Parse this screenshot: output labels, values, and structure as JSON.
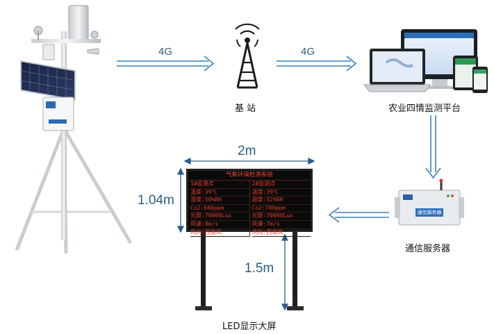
{
  "nodes": {
    "base_station": "基 站",
    "platform": "农业四情监测平台",
    "comm_server": "通信服务器",
    "led_screen": "LED显示大屏"
  },
  "links": {
    "weather_to_station": "4G",
    "station_to_platform": "4G"
  },
  "dimensions": {
    "width": "2m",
    "height": "1.04m",
    "pole_height": "1.5m"
  },
  "led_display": {
    "title": "气象环境检测系统",
    "col1": [
      "1#监测点",
      "温度:39℃",
      "湿度:50%RH",
      "Co2:600ppm",
      "光照:70000Lux",
      "风速:8m/s",
      "风向:西南风"
    ],
    "col2": [
      "2#监测点",
      "温度:39℃",
      "湿度:52%RH",
      "Co2:700ppm",
      "光照:70000Lux",
      "风速:7m/s",
      "风向:西南风"
    ]
  },
  "device_label": "通信服务器",
  "colors": {
    "arrow": "#3d7fb5",
    "dimension": "#2a5d86",
    "led_text": "#e0402a"
  }
}
